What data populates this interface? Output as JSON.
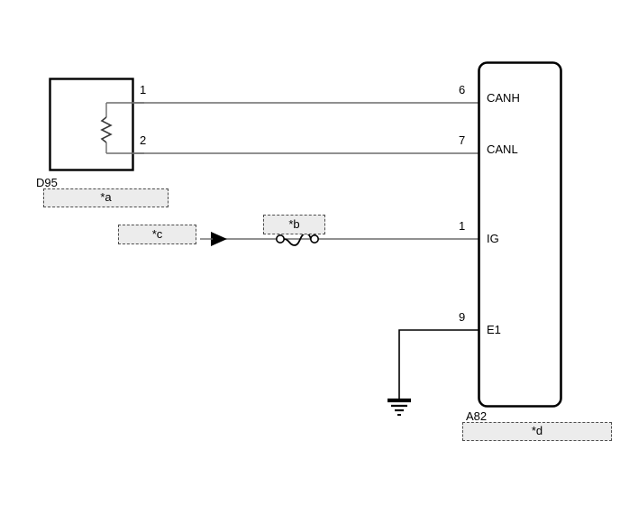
{
  "diagram": {
    "title": "CAN bus wiring diagram",
    "background_color": "#ffffff",
    "wire_color": "#4d4d4d",
    "outline_color": "#000000",
    "callout_fill": "#ececec",
    "callout_border": "#4d4d4d"
  },
  "left_connector": {
    "id_label": "D95",
    "component": "terminating-resistor",
    "pins": [
      {
        "number": "1",
        "signal": "CANH"
      },
      {
        "number": "2",
        "signal": "CANL"
      }
    ]
  },
  "right_connector": {
    "id_label": "A82",
    "pins": [
      {
        "number": "6",
        "terminal": "CANH"
      },
      {
        "number": "7",
        "terminal": "CANL"
      },
      {
        "number": "1",
        "terminal": "IG"
      },
      {
        "number": "9",
        "terminal": "E1"
      }
    ]
  },
  "callouts": [
    {
      "key": "a",
      "text": "*a"
    },
    {
      "key": "b",
      "text": "*b"
    },
    {
      "key": "c",
      "text": "*c"
    },
    {
      "key": "d",
      "text": "*d"
    }
  ],
  "symbols": {
    "resistor": "resistor-zigzag",
    "fusible_link": "fusible-link",
    "ground": "chassis-ground",
    "source_arrow": "arrow-right"
  }
}
